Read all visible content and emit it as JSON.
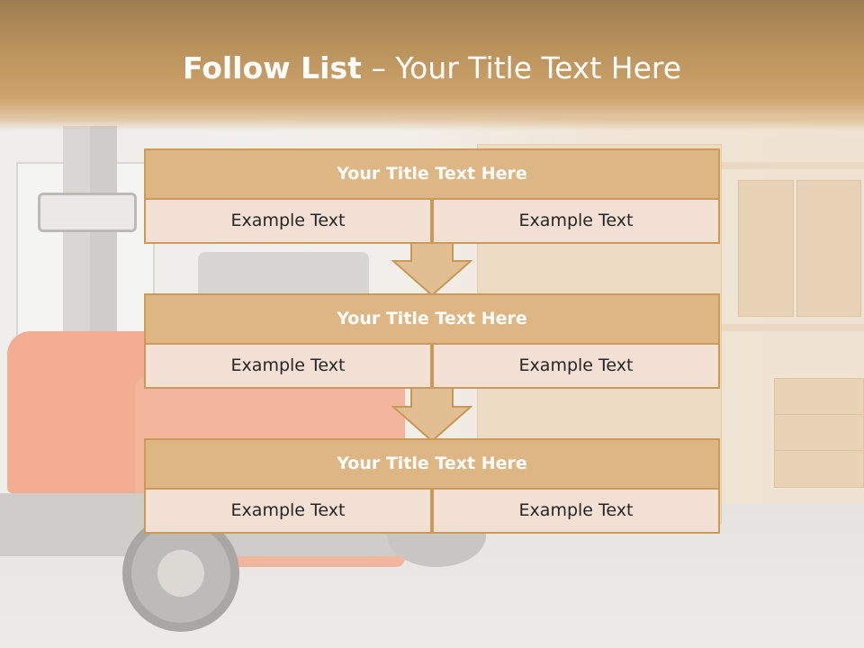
{
  "header": {
    "title_bold": "Follow List",
    "title_rest": " – Your Title Text Here"
  },
  "list": {
    "blocks": [
      {
        "title": "Your Title Text Here",
        "left": "Example Text",
        "right": "Example Text"
      },
      {
        "title": "Your Title Text Here",
        "left": "Example Text",
        "right": "Example Text"
      },
      {
        "title": "Your Title Text Here",
        "left": "Example Text",
        "right": "Example Text"
      }
    ]
  },
  "colors": {
    "header": "#c49a62",
    "block_title_fill": "#ddb684",
    "block_border": "#cb9a5a",
    "cell_fill": "#f2e0d4",
    "arrow_fill": "#e2bf92"
  },
  "icons": [
    "down-arrow-icon"
  ]
}
